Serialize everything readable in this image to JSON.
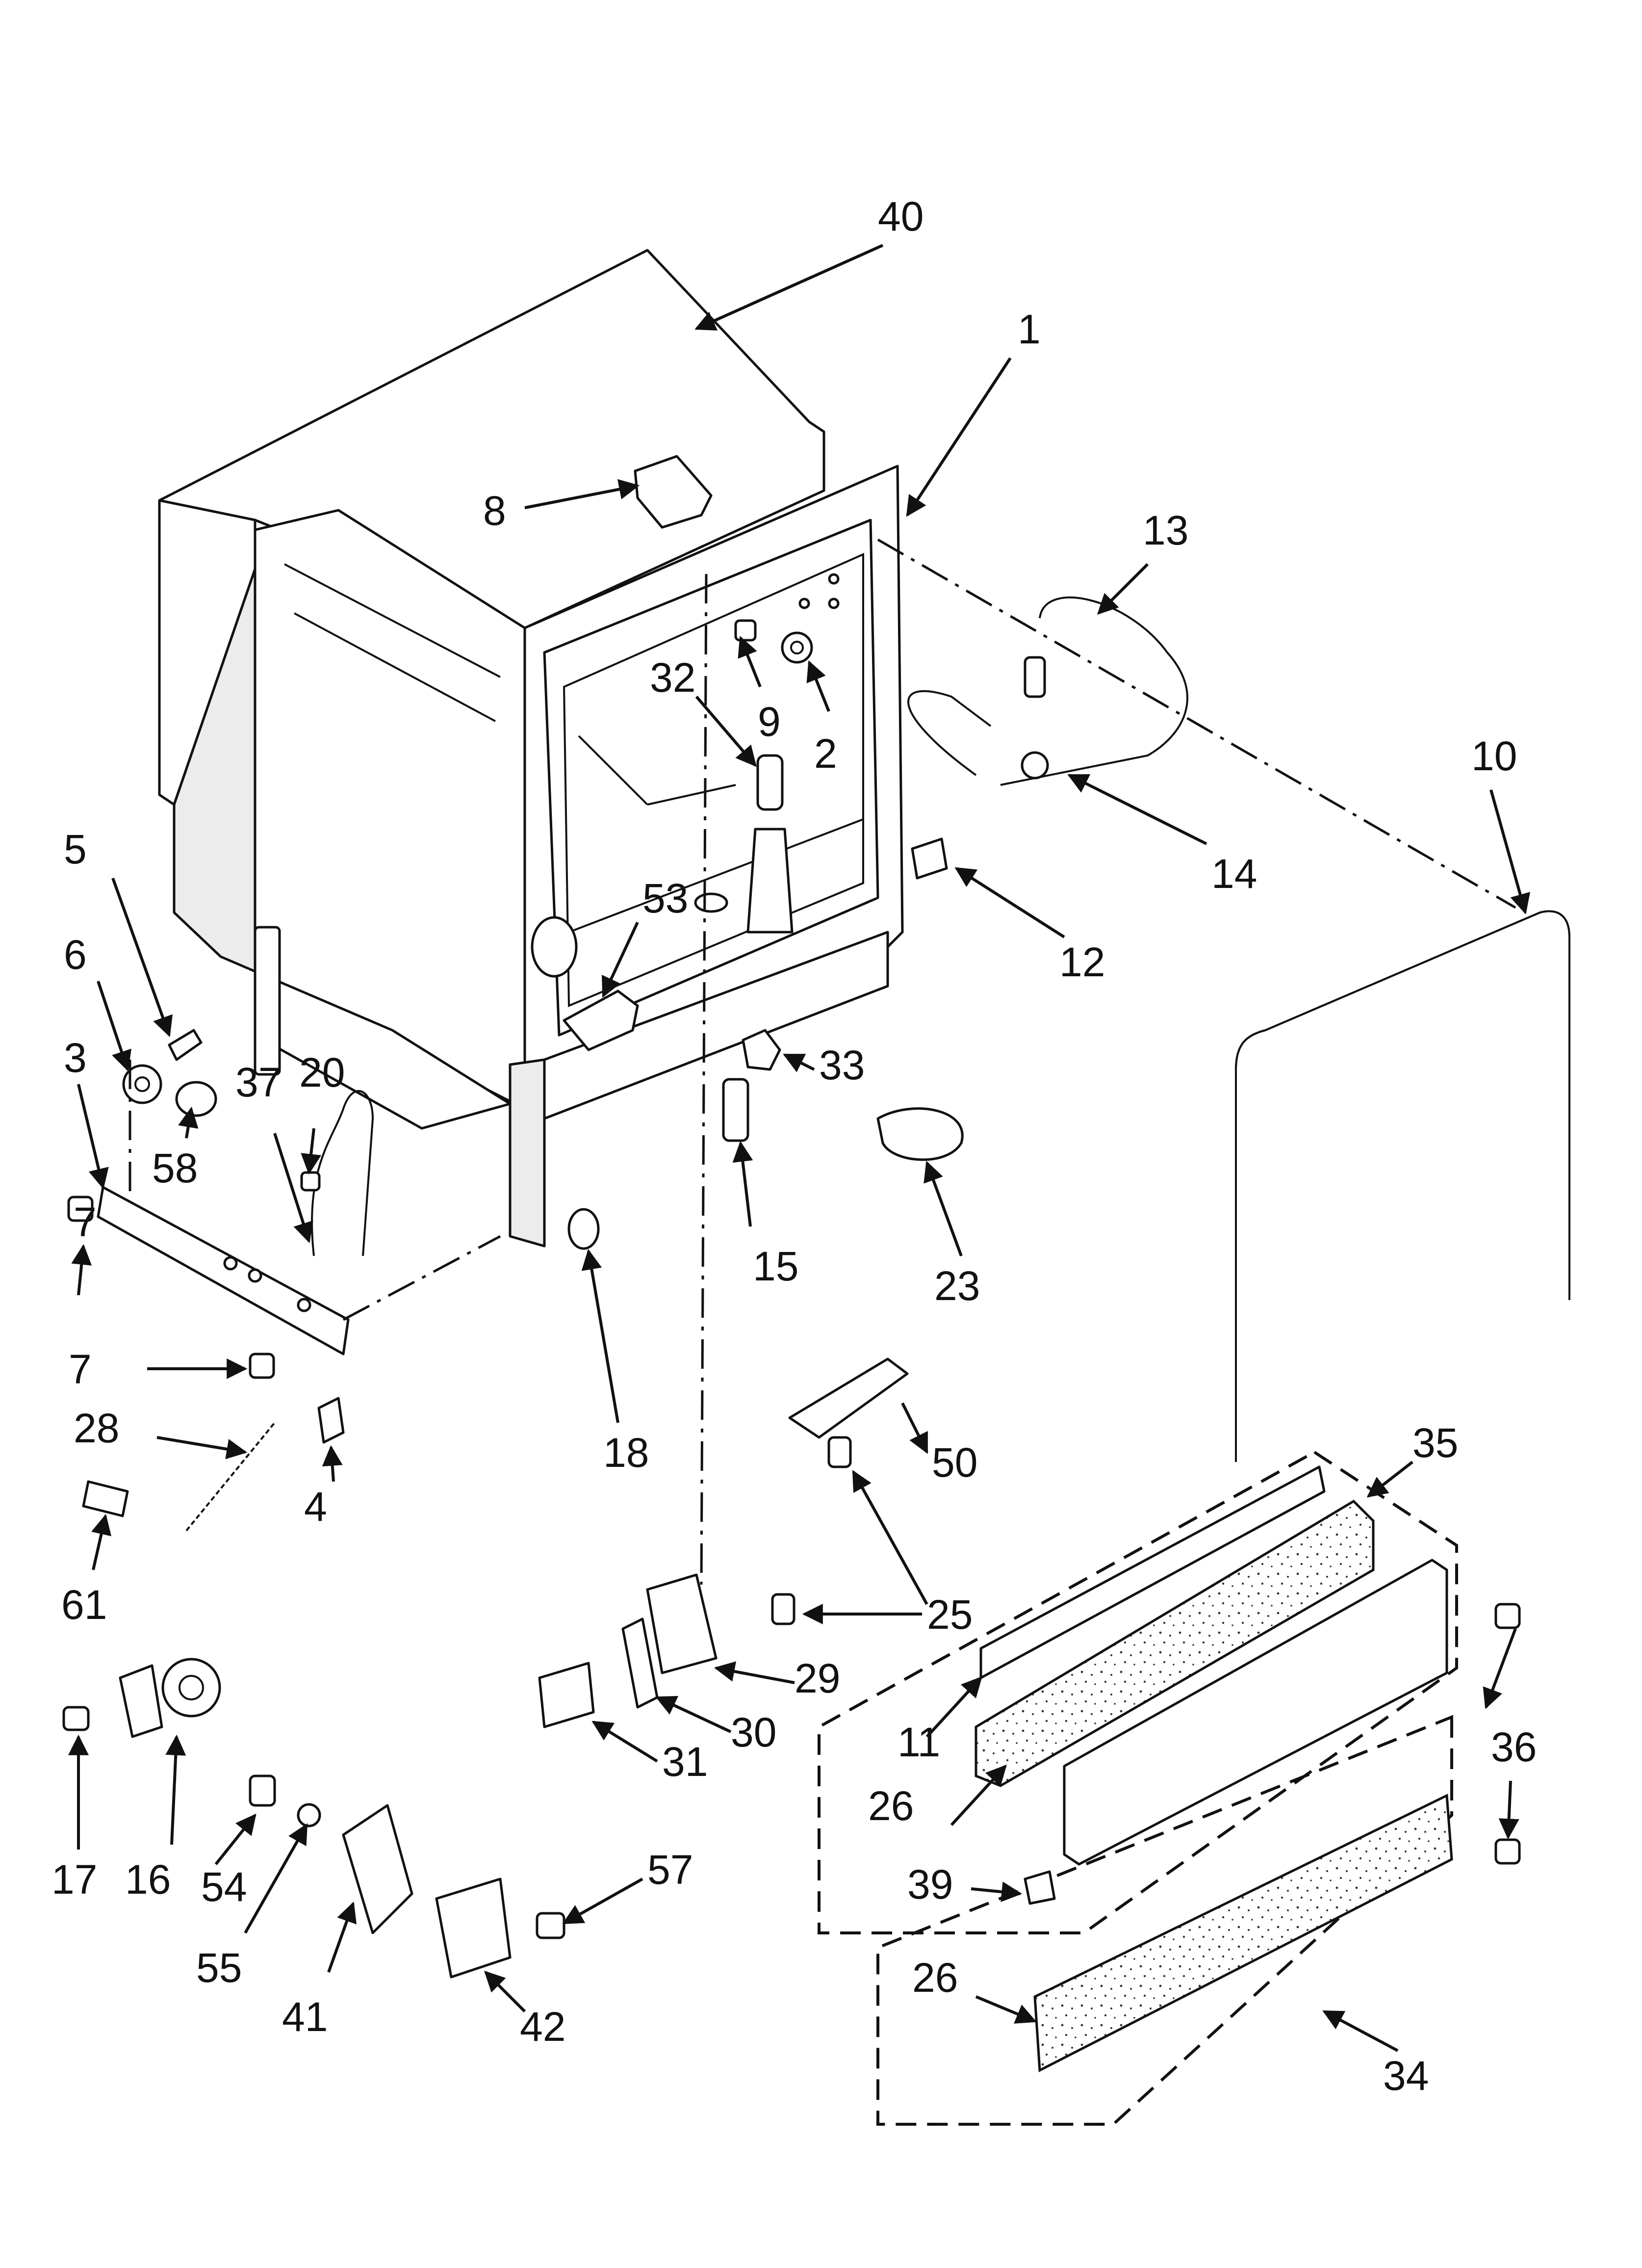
{
  "callouts": {
    "c1": "1",
    "c2": "2",
    "c3": "3",
    "c4": "4",
    "c5": "5",
    "c6": "6",
    "c7a": "7",
    "c7b": "7",
    "c8": "8",
    "c9": "9",
    "c10": "10",
    "c11": "11",
    "c12": "12",
    "c13": "13",
    "c14": "14",
    "c15": "15",
    "c16": "16",
    "c17": "17",
    "c18": "18",
    "c20": "20",
    "c23": "23",
    "c25a": "25",
    "c26a": "26",
    "c26b": "26",
    "c28": "28",
    "c29": "29",
    "c30": "30",
    "c31": "31",
    "c32": "32",
    "c33": "33",
    "c34": "34",
    "c35": "35",
    "c36": "36",
    "c37": "37",
    "c39": "39",
    "c40": "40",
    "c41": "41",
    "c42": "42",
    "c50": "50",
    "c53": "53",
    "c54": "54",
    "c55": "55",
    "c57": "57",
    "c58": "58",
    "c61": "61"
  }
}
